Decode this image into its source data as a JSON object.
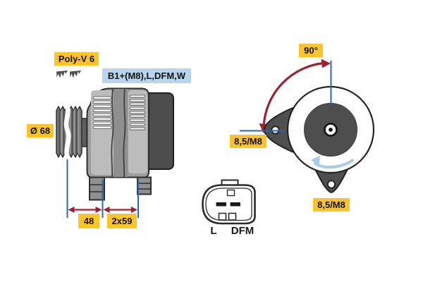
{
  "labels": {
    "belt_type": "Poly-V 6",
    "terminals": "B1+(M8),L,DFM,W",
    "pulley_diameter": "Ø 68",
    "dim_48": "48",
    "dim_2x59": "2x59",
    "angle": "90°",
    "mount_left": "8,5/M8",
    "mount_bottom": "8,5/M8",
    "connector_pin_l": "L",
    "connector_pin_dfm": "DFM"
  },
  "icons": {
    "belt_profile": "belt-profile-icon",
    "rotation_direction": "rotation-direction-arrow",
    "angle_arc": "angle-arc-arrow"
  },
  "colors": {
    "label_yellow": "#fcc32b",
    "label_blue": "#b9d5ed",
    "dimension_red": "#9b2230",
    "dimension_blue": "#2f65a7",
    "rotation_arrow_blue": "#a9cbea"
  }
}
